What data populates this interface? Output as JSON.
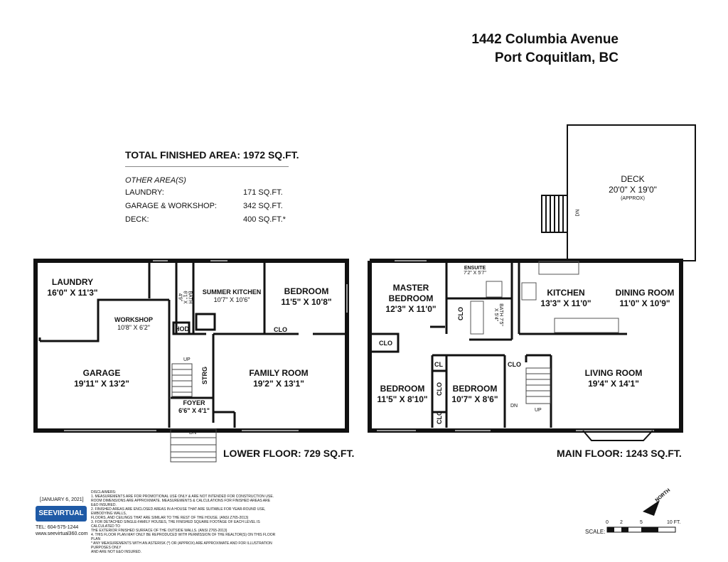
{
  "address": {
    "line1": "1442 Columbia Avenue",
    "line2": "Port Coquitlam, BC"
  },
  "areas": {
    "total": "TOTAL FINISHED AREA:  1972 SQ.FT.",
    "other_heading": "OTHER AREA(S)",
    "rows": [
      {
        "label": "LAUNDRY:",
        "value": "171 SQ.FT."
      },
      {
        "label": "GARAGE & WORKSHOP:",
        "value": "342 SQ.FT."
      },
      {
        "label": "DECK:",
        "value": "400 SQ.FT.*"
      }
    ]
  },
  "lower_floor": {
    "label": "LOWER FLOOR: 729 SQ.FT.",
    "rooms": {
      "laundry": [
        "LAUNDRY",
        "16'0\" X 11'3\""
      ],
      "workshop": [
        "WORKSHOP",
        "10'8\" X 6'2\""
      ],
      "garage": [
        "GARAGE",
        "19'11\" X 13'2\""
      ],
      "summer_kitchen": [
        "SUMMER KITCHEN",
        "10'7\" X 10'6\""
      ],
      "bedroom": [
        "BEDROOM",
        "11'5\" X 10'8\""
      ],
      "family_room": [
        "FAMILY ROOM",
        "19'2\" X 13'1\""
      ],
      "foyer": [
        "FOYER",
        "6'6\" X 4'1\""
      ],
      "bath": [
        "BATH",
        "6'1\" X 4'9\""
      ],
      "hod": "HOD",
      "clo": "CLO",
      "strg": "STRG",
      "up": "UP",
      "dn": "DN"
    }
  },
  "main_floor": {
    "label": "MAIN FLOOR: 1243 SQ.FT.",
    "rooms": {
      "master": [
        "MASTER",
        "BEDROOM",
        "12'3\" X 11'0\""
      ],
      "ensuite": [
        "ENSUITE",
        "7'2\" X 5'7\""
      ],
      "bath": [
        "BATH",
        "7'5\" X 5'4\""
      ],
      "kitchen": [
        "KITCHEN",
        "13'3\" X 11'0\""
      ],
      "dining": [
        "DINING ROOM",
        "11'0\" X 10'9\""
      ],
      "deck": [
        "DECK",
        "20'0\" X 19'0\"",
        "(APPROX)"
      ],
      "bedroom2": [
        "BEDROOM",
        "11'5\" X 8'10\""
      ],
      "bedroom3": [
        "BEDROOM",
        "10'7\" X 8'6\""
      ],
      "living": [
        "LIVING ROOM",
        "19'4\" X 14'1\""
      ],
      "clo": "CLO",
      "cl": "CL",
      "up": "UP",
      "dn": "DN"
    }
  },
  "footer": {
    "date": "[JANUARY 6, 2021]",
    "brand": "SEEVIRTUAL",
    "tel": "TEL: 604-575-1244",
    "web": "www.seevirtual360.com",
    "disclaimers_title": "DISCLAIMERS:",
    "disclaimers": [
      "1. MEASUREMENTS ARE FOR PROMOTIONAL USE ONLY & ARE NOT INTENDED FOR CONSTRUCTION USE.",
      "ROOM DIMENSIONS ARE APPROXIMATE. MEASUREMENTS & CALCULATIONS FOR FINISHED AREAS ARE E&O INSURED.",
      "2. FINISHED AREAS ARE ENCLOSED AREAS IN A HOUSE THAT ARE SUITABLE FOR YEAR-ROUND USE, EMBODYING WALLS,",
      "FLOORS, AND CEILINGS THAT ARE SIMILAR TO THE REST OF THE HOUSE. (ANSI Z765-2013)",
      "3. FOR DETACHED SINGLE-FAMILY HOUSES, THE FINISHED SQUARE FOOTAGE OF EACH LEVEL IS CALCULATED TO",
      "THE EXTERIOR FINISHED SURFACE OF THE OUTSIDE WALLS. (ANSI Z765-2013)",
      "4. THIS FLOOR PLAN MAY ONLY BE REPRODUCED WITH PERMISSION OF THE REALTOR(S) ON THIS FLOOR PLAN",
      "* ANY MEASUREMENTS WITH AN ASTERISK (*) OR (APPROX) ARE APPROXIMATE AND FOR ILLUSTRATION PURPOSES ONLY",
      "AND ARE NOT E&O INSURED."
    ],
    "north": "NORTH",
    "scale_label": "SCALE:",
    "scale_ticks": [
      "0",
      "2",
      "5",
      "10 FT."
    ]
  }
}
